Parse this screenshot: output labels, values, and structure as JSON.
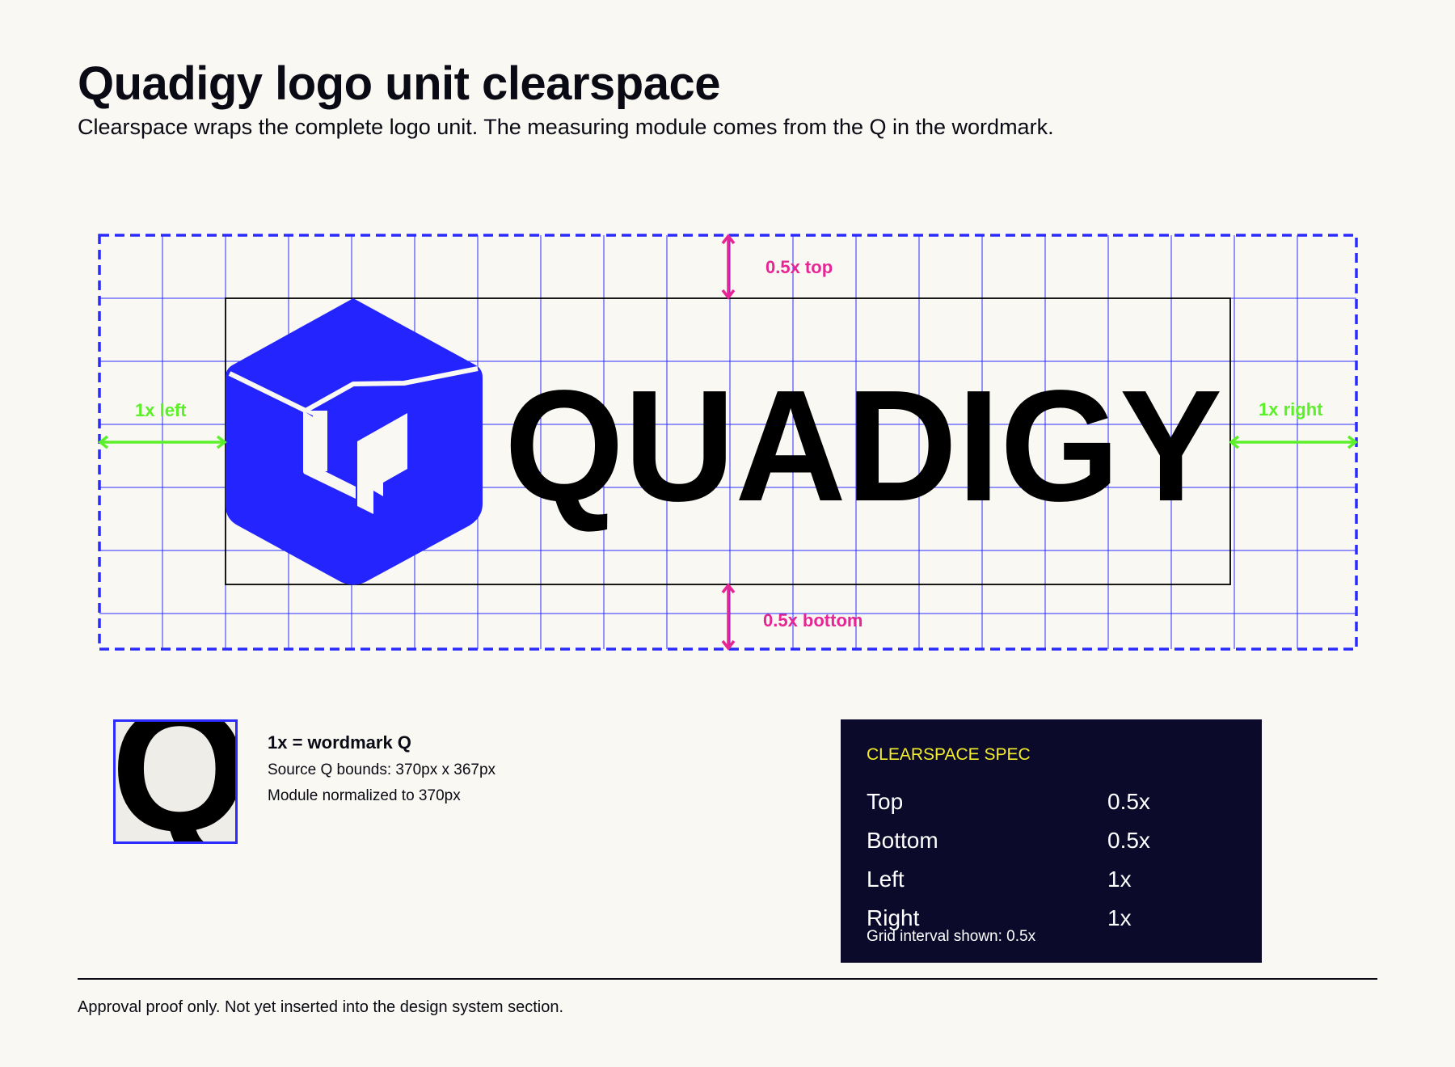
{
  "header": {
    "title": "Quadigy logo unit clearspace",
    "subtitle": "Clearspace wraps the complete logo unit. The measuring module comes from the Q in the wordmark."
  },
  "diagram": {
    "wordmark": "QUADIGY",
    "labels": {
      "top": "0.5x top",
      "bottom": "0.5x bottom",
      "left": "1x left",
      "right": "1x right"
    },
    "colors": {
      "grid": "#2b2bff",
      "mark": "#2424ff",
      "vertical_dimension": "#e62695",
      "horizontal_dimension": "#5cf02a",
      "wordmark": "#000000"
    }
  },
  "module": {
    "glyph": "Q",
    "title": "1x = wordmark Q",
    "source_bounds": "Source Q bounds: 370px x 367px",
    "normalized": "Module normalized to 370px"
  },
  "spec": {
    "title": "CLEARSPACE SPEC",
    "rows": [
      {
        "key": "Top",
        "value": "0.5x"
      },
      {
        "key": "Bottom",
        "value": "0.5x"
      },
      {
        "key": "Left",
        "value": "1x"
      },
      {
        "key": "Right",
        "value": "1x"
      }
    ],
    "note": "Grid interval shown: 0.5x",
    "colors": {
      "background": "#0b0a2b",
      "title": "#f4ee2a"
    }
  },
  "footer": {
    "text": "Approval proof only. Not yet inserted into the design system section."
  }
}
